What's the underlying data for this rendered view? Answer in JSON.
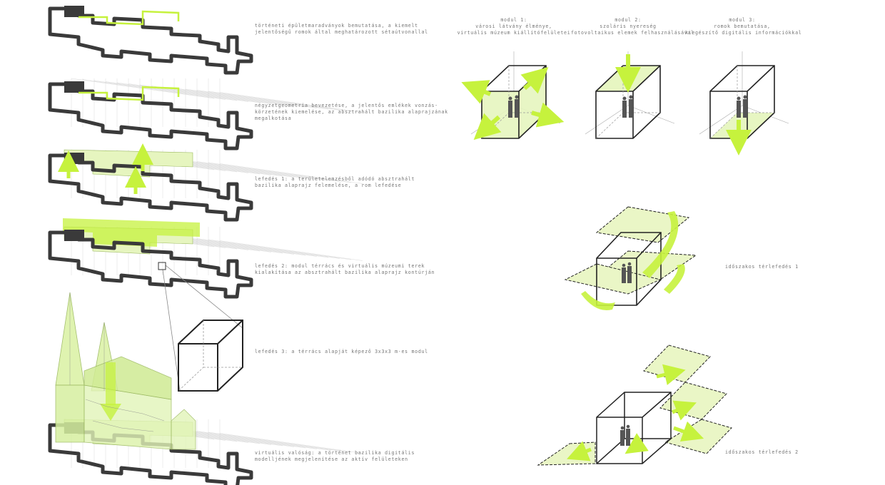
{
  "left_captions": [
    {
      "lines": [
        "történeti épületmaradványok bemutatása, a kiemelt",
        "jelentőségű romok által meghatározott sétaútvonallal"
      ]
    },
    {
      "lines": [
        "négyzetgeometria bevezetése, a jelentős emlékek vonzás-",
        "körzetének kiemelése, az absztrahált bazilika alaprajzának",
        "megalkotása"
      ]
    },
    {
      "lines": [
        "lefedés 1: a területelemzésből adódó absztrahált",
        "bazilika alaprajz felemelése, a rom lefedése"
      ]
    },
    {
      "lines": [
        "lefedés 2: modul térrács és virtuális múzeumi terek",
        "kialakítása az absztrahált bazilika alaprajz kontúrján"
      ]
    },
    {
      "lines": [
        "lefedés 3: a térrács alapját képező 3x3x3 m-es modul"
      ]
    },
    {
      "lines": [
        "virtuális valóság: a történet bazilika digitális",
        "modelljének megjelenítése az aktív felületeken"
      ]
    }
  ],
  "modules": [
    {
      "lines": [
        "modul 1:",
        "városi látvány élménye,",
        "virtuális múzeum kiállítófelületei"
      ]
    },
    {
      "lines": [
        "modul 2:",
        "szoláris nyereség",
        "fotovoltaikus elemek felhasználásával"
      ]
    },
    {
      "lines": [
        "modul 3:",
        "romok bemutatása,",
        "kiegészítő digitális információkkal"
      ]
    }
  ],
  "right_captions": [
    {
      "text": "időszakos térlefedés 1"
    },
    {
      "text": "időszakos térlefedés 2"
    }
  ],
  "colors": {
    "accent": "#c6f23d",
    "accent_fill": "#e6f5bf",
    "ruin": "#3a3a3a",
    "line": "#222222",
    "grid": "#d0d0d0",
    "caption": "#777777"
  }
}
